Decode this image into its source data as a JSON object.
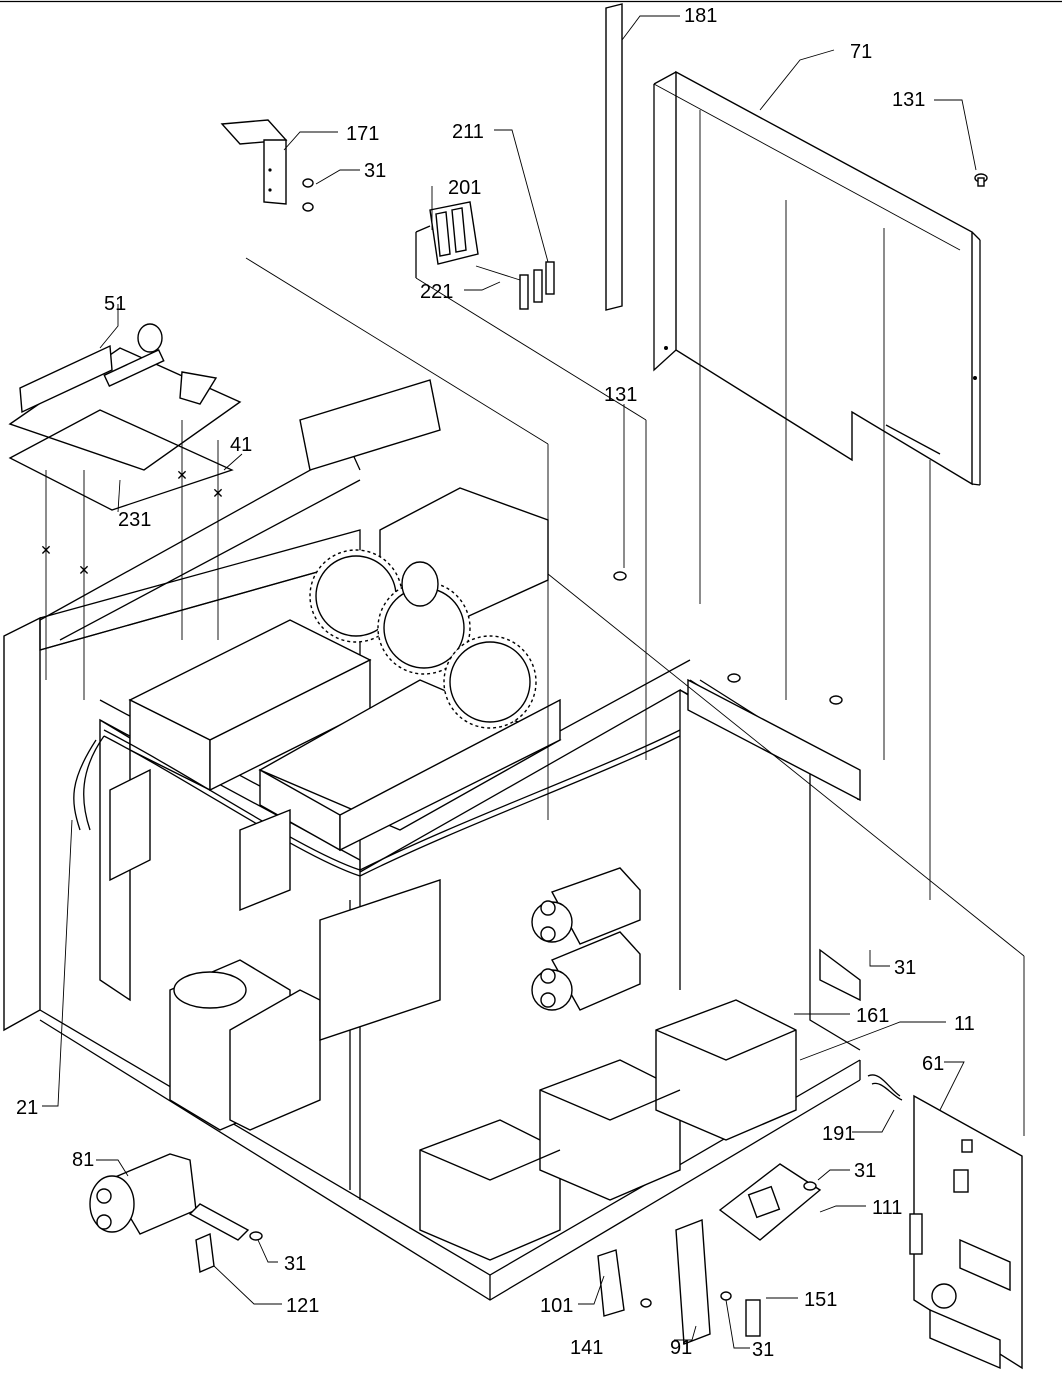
{
  "callouts": [
    {
      "id": "c181",
      "label": "181"
    },
    {
      "id": "c71",
      "label": "71"
    },
    {
      "id": "c131a",
      "label": "131"
    },
    {
      "id": "c171",
      "label": "171"
    },
    {
      "id": "c31a",
      "label": "31"
    },
    {
      "id": "c211",
      "label": "211"
    },
    {
      "id": "c201",
      "label": "201"
    },
    {
      "id": "c221",
      "label": "221"
    },
    {
      "id": "c51",
      "label": "51"
    },
    {
      "id": "c131b",
      "label": "131"
    },
    {
      "id": "c41",
      "label": "41"
    },
    {
      "id": "c231",
      "label": "231"
    },
    {
      "id": "c31b",
      "label": "31"
    },
    {
      "id": "c161",
      "label": "161"
    },
    {
      "id": "c11",
      "label": "11"
    },
    {
      "id": "c61",
      "label": "61"
    },
    {
      "id": "c21",
      "label": "21"
    },
    {
      "id": "c191",
      "label": "191"
    },
    {
      "id": "c81",
      "label": "81"
    },
    {
      "id": "c31c",
      "label": "31"
    },
    {
      "id": "c111",
      "label": "111"
    },
    {
      "id": "c31d",
      "label": "31"
    },
    {
      "id": "c121",
      "label": "121"
    },
    {
      "id": "c101",
      "label": "101"
    },
    {
      "id": "c151",
      "label": "151"
    },
    {
      "id": "c141",
      "label": "141"
    },
    {
      "id": "c91",
      "label": "91"
    },
    {
      "id": "c31e",
      "label": "31"
    }
  ]
}
